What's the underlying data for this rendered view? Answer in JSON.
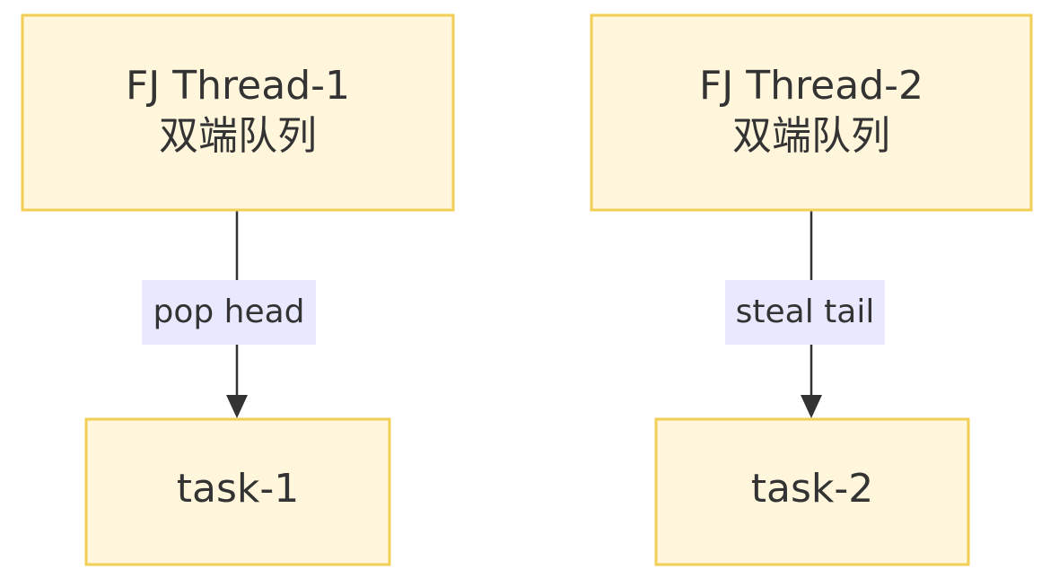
{
  "nodes": {
    "thread1": {
      "line1": "FJ Thread-1",
      "line2": "双端队列"
    },
    "thread2": {
      "line1": "FJ Thread-2",
      "line2": "双端队列"
    },
    "task1": {
      "label": "task-1"
    },
    "task2": {
      "label": "task-2"
    }
  },
  "edges": {
    "pop": {
      "label": "pop head"
    },
    "steal": {
      "label": "steal tail"
    }
  },
  "colors": {
    "node_fill": "#fff6dc",
    "node_stroke": "#f2ce55",
    "edge": "#333333",
    "edge_label_bg": "#e8e8ff",
    "text": "#333333"
  }
}
